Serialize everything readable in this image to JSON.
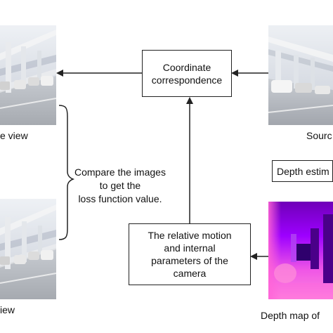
{
  "labels": {
    "target_view_top": "e view",
    "target_view_bottom": "iew",
    "source_view": "Sourc",
    "depth_map": "Depth map of"
  },
  "boxes": {
    "coordinate_correspondence": "Coordinate\ncorrespondence",
    "relative_motion": "The relative motion\nand internal\nparameters of the\ncamera",
    "depth_estimation": "Depth estim"
  },
  "annotation": {
    "compare_text": "Compare the images\nto get the\nloss function value."
  },
  "colors": {
    "line": "#222222",
    "garage_ceiling": "#d9dde3",
    "garage_floor": "#b9bcc2",
    "depth_low": "#ff5bd7",
    "depth_high": "#5a00a8"
  }
}
